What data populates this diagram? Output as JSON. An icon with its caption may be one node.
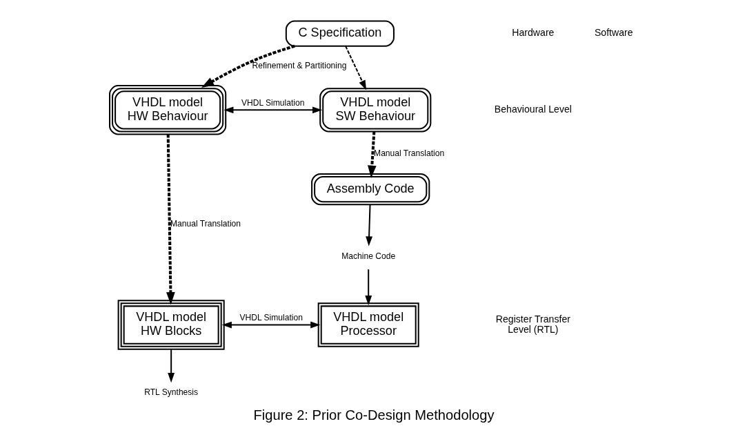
{
  "diagram": {
    "caption": "Figure 2: Prior Co-Design Methodology",
    "nodes": [
      {
        "text": [
          "C Specification"
        ]
      },
      {
        "text": [
          "VHDL model HW Behaviour"
        ]
      },
      {
        "text": [
          "VHDL model SW Behaviour"
        ]
      },
      {
        "text": [
          "Assembly Code"
        ]
      },
      {
        "text": [
          "VHDL model HW Blocks"
        ]
      },
      {
        "text": [
          "VHDL model Processor"
        ]
      },
      {
        "text": [
          "Machine Code"
        ]
      },
      {
        "text": [
          "RTL Synthesis"
        ]
      }
    ],
    "edges": [
      {
        "from": 0,
        "to": 1,
        "arrow": "to",
        "label": "Refinement & Partitioning",
        "style": "dashed"
      },
      {
        "from": 0,
        "to": 2,
        "arrow": "to",
        "style": "dashed"
      },
      {
        "from": 1,
        "to": 2,
        "arrow": "both",
        "label": "VHDL Simulation"
      },
      {
        "from": 1,
        "to": 4,
        "arrow": "to",
        "label": "Manual Translation",
        "style": "dashed"
      },
      {
        "from": 2,
        "to": 3,
        "arrow": "to",
        "label": "Manual Translation",
        "style": "dashed"
      },
      {
        "from": 4,
        "to": 5,
        "arrow": "both",
        "label": "VHDL Simulation"
      },
      {
        "from": 3,
        "to": 6,
        "arrow": "to"
      },
      {
        "from": 6,
        "to": 5,
        "arrow": "to"
      },
      {
        "from": 4,
        "to": 7,
        "arrow": "to"
      }
    ],
    "labels": [
      "Hardware",
      "Software",
      "Behavioural Level",
      "Register Transfer Level (RTL)"
    ]
  }
}
